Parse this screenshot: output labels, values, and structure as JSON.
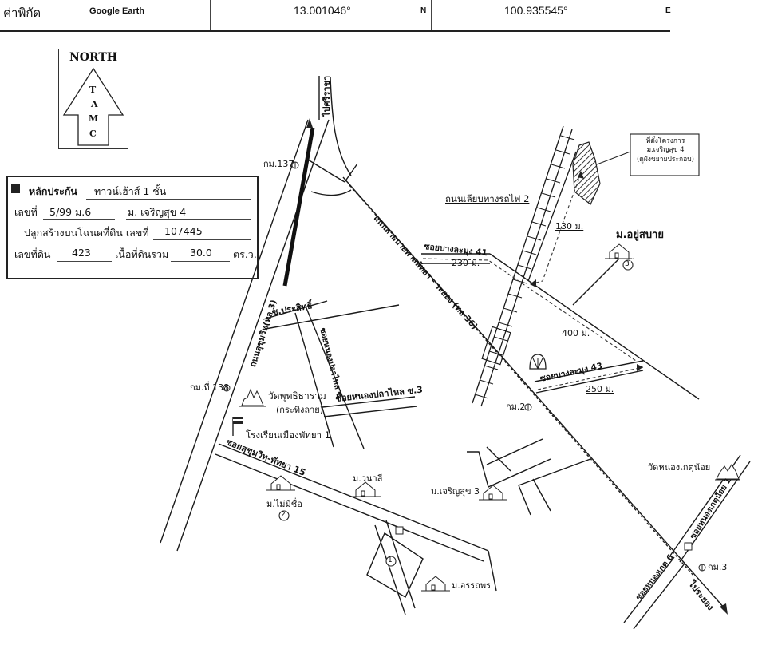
{
  "header": {
    "label": "ค่าพิกัด",
    "source": "Google Earth",
    "latitude": "13.001046°",
    "lat_dir": "N",
    "longitude": "100.935545°",
    "lon_dir": "E"
  },
  "north_arrow": {
    "title": "NORTH",
    "letters": [
      "T",
      "A",
      "M",
      "C"
    ]
  },
  "info": {
    "collateral_label": "หลักประกัน",
    "collateral_value": "ทาวน์เฮ้าส์ 1 ชั้น",
    "number_label": "เลขที่",
    "number_value": "5/99 ม.6",
    "village_label": "ม. เจริญสุข 4",
    "deed_label": "ปลูกสร้างบนโฉนดที่ดิน เลขที่",
    "deed_value": "107445",
    "land_no_label": "เลขที่ดิน",
    "land_no_value": "423",
    "area_label": "เนื้อที่ดินรวม",
    "area_value": "30.0",
    "area_unit": "ตร.ว."
  },
  "map": {
    "project_callout": [
      "ที่ตั้งโครงการ",
      "ม.เจริญสุข 4",
      "(ดูผังขยายประกอบ)"
    ],
    "rail_road": "ถนนเลียบทางรถไฟ 2",
    "dist_130": "130 ม.",
    "dist_230": "230 ม.",
    "dist_400": "400 ม.",
    "dist_250": "250 ม.",
    "soi_41": "ซอยบางละมุง 41",
    "soi_43": "ซอยบางละมุง 43",
    "km137": "กม.137",
    "km138": "กม.ที่ 138",
    "km2": "กม.2",
    "km3": "กม.3",
    "to_sri_racha": "ไปศรีราชา",
    "to_rayong": "ไประยอง",
    "sukhumvit": "ถนนสุขุมวิท(ทล 3)",
    "pattaya_rayong": "ถนนสายบายพาสพัทยา - ระยอง (ทล 36)",
    "soi_prasit": "ซ.ประสิทธิ์",
    "nongplalai": "ซอยหนองปลาไหล ซ.3",
    "nongplalai_vertical": "ซอยหนองปลาไหล ซ.",
    "sukhumvit_pattaya": "ซอยสุขุมวิท-พัทยา 15",
    "nongkettunoi_1": "ซอยหนองเกตุน้อย 1",
    "nongkettunoi_6": "ซอยหนองเกต 6",
    "wat_phut": "วัดพุทธิธาราม",
    "wat_phut_sub": "(กระทิงลาย)",
    "wat_nong": "วัดหนองเกตุน้อย",
    "school": "โรงเรียนเมืองพัทยา 1",
    "m_yusabai": "ม.อยู่สบาย",
    "m_nali": "ม.วนาลี",
    "m_maimi": "ม.ไม่มีชื่อ",
    "m_charoen3": "ม.เจริญสุข 3",
    "m_orrathorn": "ม.อรรถพร",
    "marker_1": "1",
    "marker_2": "2",
    "marker_3": "3"
  },
  "colors": {
    "line": "#1a1a1a",
    "hatch": "#333333"
  }
}
